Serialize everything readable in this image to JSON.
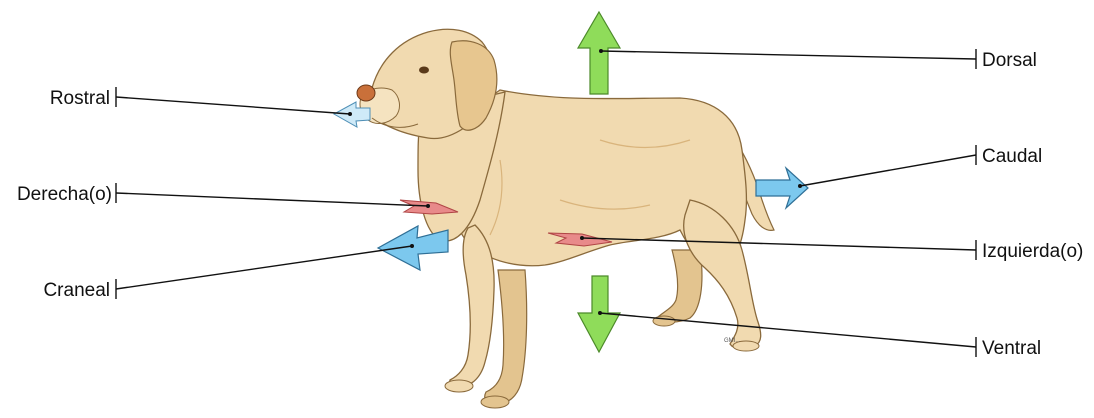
{
  "labels": {
    "dorsal": "Dorsal",
    "rostral": "Rostral",
    "caudal": "Caudal",
    "derecha": "Derecha(o)",
    "izquierda": "Izquierda(o)",
    "craneal": "Craneal",
    "ventral": "Ventral"
  },
  "watermark": "GMI...",
  "colors": {
    "green_arrow": "#8fdc5a",
    "blue_arrow": "#7cc8ee",
    "red_arrow": "#e88a8a",
    "dog_body": "#f1dab0",
    "dog_shade": "#d9b47c",
    "outline": "#8a6a3c"
  }
}
